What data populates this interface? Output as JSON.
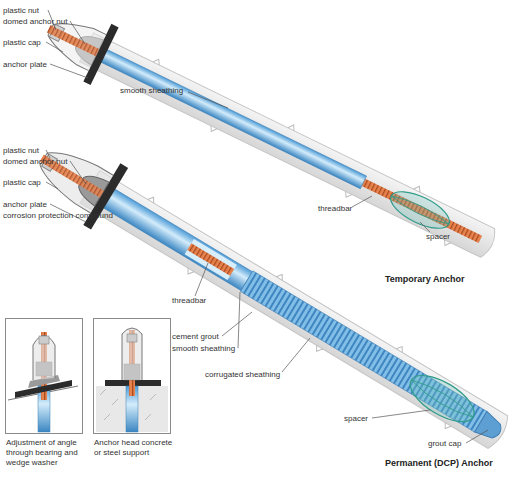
{
  "diagram": {
    "nodes": [
      {
        "text": [
          "Adjustment of angle through bearing and wedge washer"
        ]
      },
      {
        "text": [
          "Anchor head concrete or steel support"
        ]
      }
    ],
    "labels": [
      "plastic nut",
      "domed anchor nut",
      "plastic cap",
      "anchor plate",
      "smooth sheathing",
      "threadbar",
      "spacer",
      "Temporary Anchor",
      "plastic nut",
      "domed anchor nut",
      "plastic cap",
      "anchor plate",
      "corrosion protection compound",
      "threadbar",
      "cement grout",
      "smooth sheathing",
      "corrugated sheathing",
      "spacer",
      "grout cap",
      "Permanent (DCP) Anchor"
    ]
  }
}
